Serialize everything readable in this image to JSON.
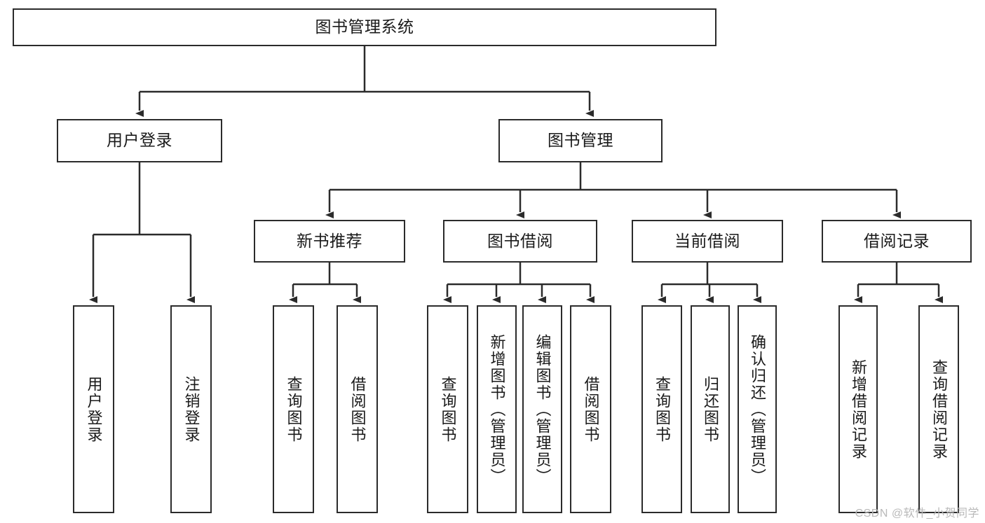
{
  "diagram": {
    "title": "图书管理系统",
    "type": "tree",
    "watermark": "CSDN @软件_小贺同学",
    "colors": {
      "box_border": "#2b2b2b",
      "box_fill": "#ffffff",
      "edge": "#2b2b2b",
      "text": "#1a1a1a",
      "watermark": "#b9b9b9",
      "background": "#ffffff"
    },
    "nodes": {
      "root": "图书管理系统",
      "level1": [
        "用户登录",
        "图书管理"
      ],
      "level2": [
        "新书推荐",
        "图书借阅",
        "当前借阅",
        "借阅记录"
      ],
      "leaves": {
        "user_login": [
          "用户登录",
          "注销登录"
        ],
        "new_book": [
          "查询图书",
          "借阅图书"
        ],
        "book_borrow": [
          "查询图书",
          "新增图书（管理员）",
          "编辑图书（管理员）",
          "借阅图书"
        ],
        "current_borrow": [
          "查询图书",
          "归还图书",
          "确认归还（管理员）"
        ],
        "borrow_record": [
          "新增借阅记录",
          "查询借阅记录"
        ]
      }
    }
  }
}
